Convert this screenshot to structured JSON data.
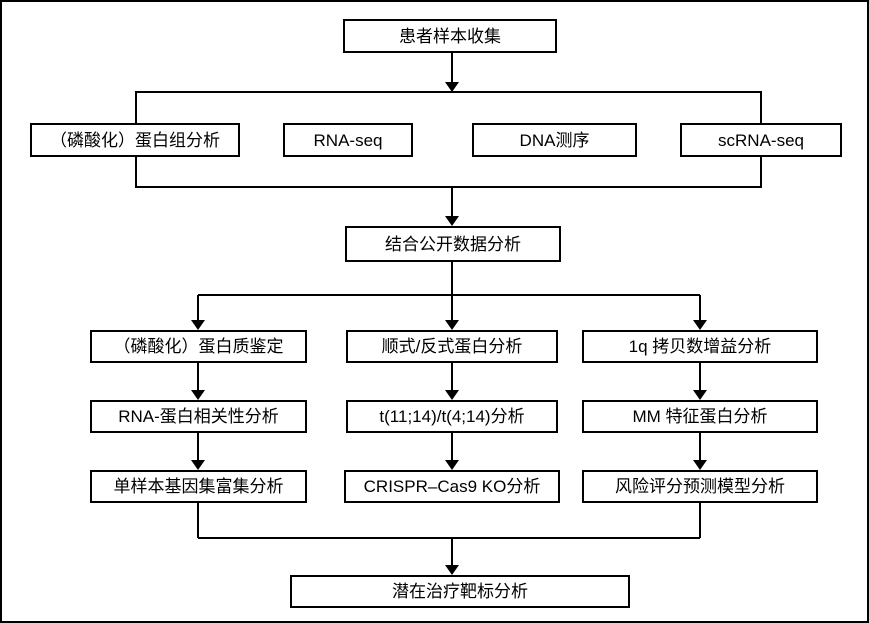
{
  "diagram": {
    "type": "flowchart",
    "colors": {
      "line": "#000000",
      "box_border": "#000000",
      "box_fill": "#ffffff",
      "text": "#000000",
      "background": "#ffffff"
    },
    "nodes": {
      "patient_sample_collection": "患者样本收集",
      "phospho_proteome_analysis": "（磷酸化）蛋白组分析",
      "rna_seq": "RNA-seq",
      "dna_sequencing": "DNA测序",
      "scrna_seq": "scRNA-seq",
      "public_data_analysis": "结合公开数据分析",
      "phospho_protein_identification": "（磷酸化）蛋白质鉴定",
      "rna_protein_correlation": "RNA-蛋白相关性分析",
      "single_sample_gsea": "单样本基因集富集分析",
      "cis_trans_protein_analysis": "顺式/反式蛋白分析",
      "translocation_analysis": "t(11;14)/t(4;14)分析",
      "crispr_ko_analysis": "CRISPR–Cas9 KO分析",
      "gain_1q_analysis": "1q 拷贝数增益分析",
      "mm_signature_protein_analysis": "MM 特征蛋白分析",
      "risk_score_model_analysis": "风险评分预测模型分析",
      "therapeutic_target_analysis": "潜在治疗靶标分析"
    }
  }
}
